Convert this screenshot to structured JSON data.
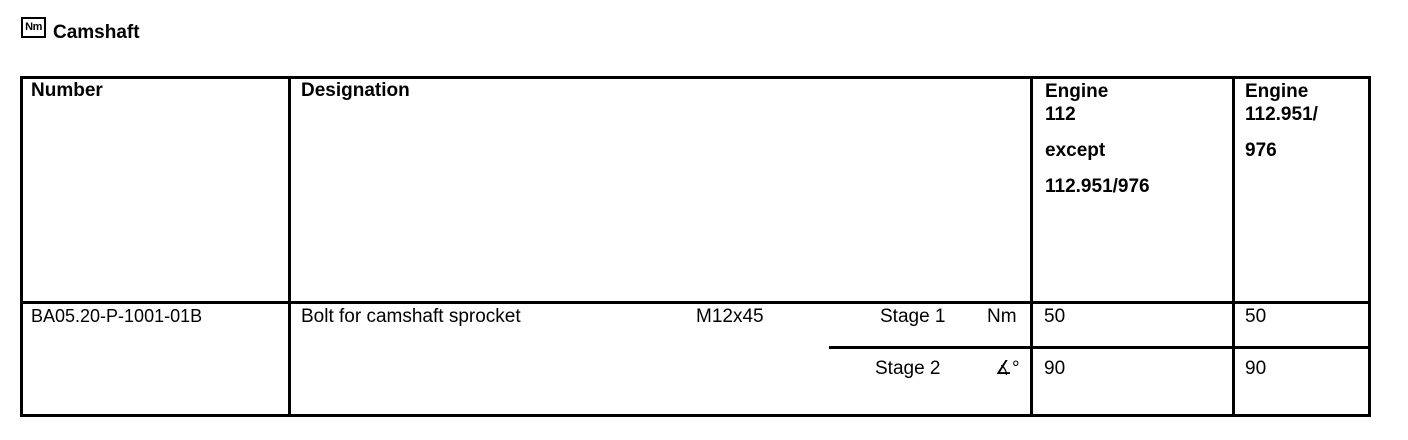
{
  "header": {
    "icon_label": "Nm",
    "title": "Camshaft"
  },
  "table": {
    "columns": {
      "number": "Number",
      "designation": "Designation",
      "engine_a": [
        "Engine",
        "112",
        "except",
        "112.951/976"
      ],
      "engine_b": [
        "Engine",
        "112.951/",
        "976"
      ]
    },
    "row": {
      "number": "BA05.20-P-1001-01B",
      "designation": "Bolt for camshaft sprocket",
      "size": "M12x45",
      "stages": [
        {
          "stage": "Stage 1",
          "unit": "Nm",
          "engine_a": "50",
          "engine_b": "50"
        },
        {
          "stage": "Stage 2",
          "unit": "∡°",
          "engine_a": "90",
          "engine_b": "90"
        }
      ]
    }
  }
}
